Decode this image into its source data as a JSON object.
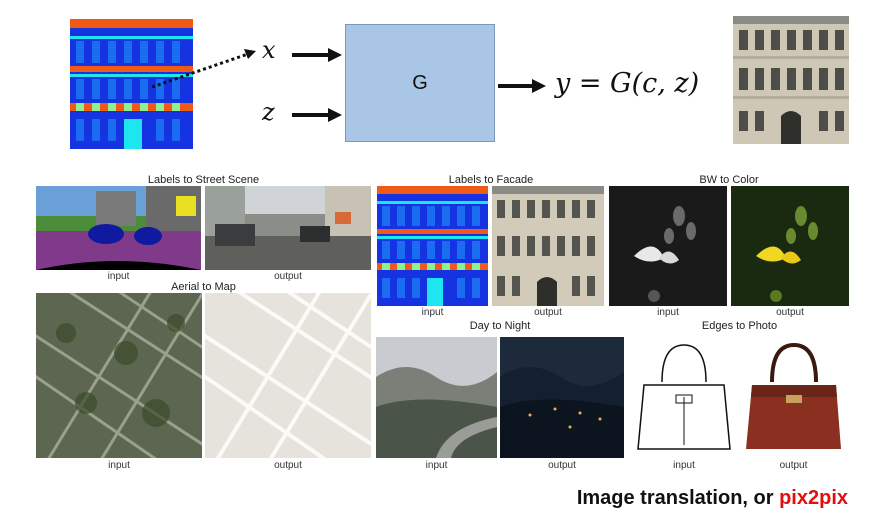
{
  "diagram": {
    "x_symbol": "x",
    "z_symbol": "z",
    "generator_label": "G",
    "output_eq": "y = G(c, z)"
  },
  "panels": {
    "labels_to_street": {
      "title": "Labels to Street Scene",
      "input": "input",
      "output": "output"
    },
    "labels_to_facade": {
      "title": "Labels to Facade",
      "input": "input",
      "output": "output"
    },
    "bw_to_color": {
      "title": "BW to Color",
      "input": "input",
      "output": "output"
    },
    "aerial_to_map": {
      "title": "Aerial to Map",
      "input": "input",
      "output": "output"
    },
    "day_to_night": {
      "title": "Day to Night",
      "input": "input",
      "output": "output"
    },
    "edges_to_photo": {
      "title": "Edges to Photo",
      "input": "input",
      "output": "output"
    }
  },
  "caption": {
    "prefix": "Image translation, or ",
    "highlight": "pix2pix"
  },
  "colors": {
    "generator_fill": "#a9c6e6",
    "highlight": "#e01010",
    "facade_blue": "#1533e0",
    "facade_orange": "#f05a14",
    "facade_cyan": "#1ee6f0"
  }
}
